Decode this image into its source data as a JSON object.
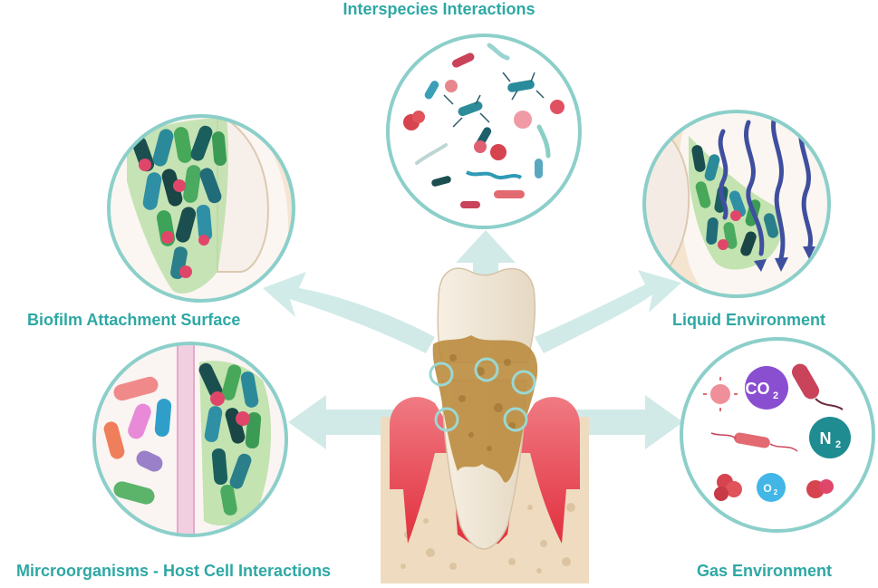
{
  "labels": {
    "interspecies": "Interspecies Interactions",
    "biofilm": "Biofilm Attachment Surface",
    "liquid": "Liquid Environment",
    "host": "Mircroorganisms - Host Cell Interactions",
    "gas": "Gas Environment"
  },
  "gases": {
    "co2_main": "CO",
    "co2_sub": "2",
    "n2_main": "N",
    "n2_sub": "2",
    "o2_main": "O",
    "o2_sub": "2"
  },
  "colors": {
    "label_teal": "#2ea8a4",
    "circle_border": "#7fc8c4",
    "arrow": "#bfe3e0",
    "gum": "#e8434f",
    "plaque": "#b98a3e",
    "bone": "#efdcc0",
    "wave": "#3f4f9f"
  }
}
